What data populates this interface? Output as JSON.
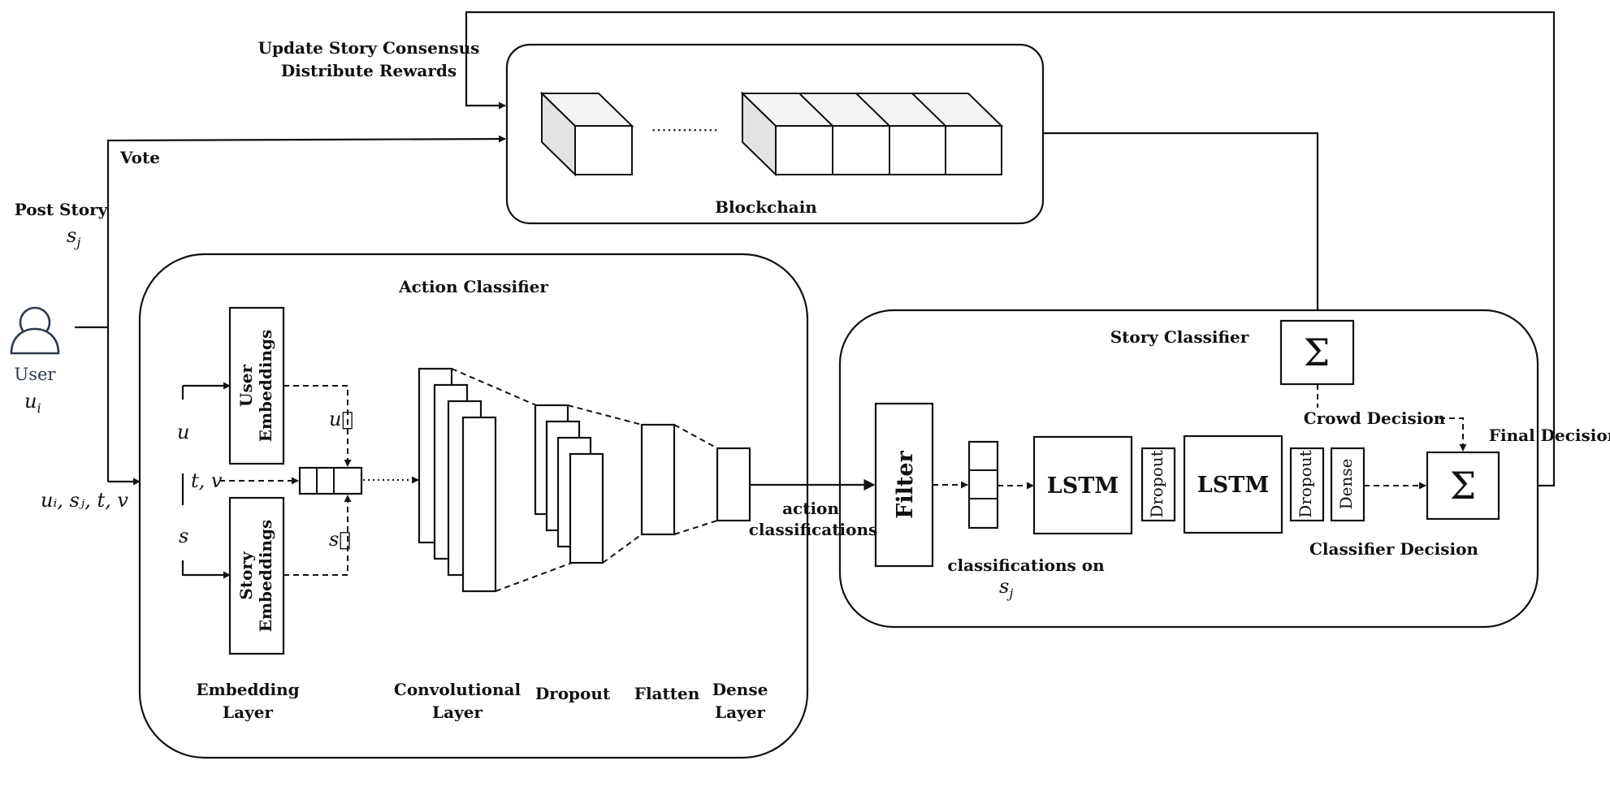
{
  "blockchain": {
    "label": "Blockchain",
    "ellipsis": "·············"
  },
  "feedback": {
    "line1": "Update Story Consensus",
    "line2": "Distribute Rewards"
  },
  "user": {
    "label": "User",
    "var": "u",
    "var_sub": "i"
  },
  "edges": {
    "vote": "Vote",
    "post_story": "Post Story",
    "post_var": "s",
    "post_var_sub": "j",
    "input_tuple": "uᵢ, sⱼ, t, v",
    "action_line1": "action",
    "action_line2": "classifications",
    "crowd_decision": "Crowd Decision",
    "classifier_decision": "Classifier Decision",
    "final_decision": "Final Decision"
  },
  "action_classifier": {
    "title": "Action Classifier",
    "u_var": "u",
    "s_var": "s",
    "tv": "t, v",
    "u_vec": "u⃗",
    "s_vec": "s⃗",
    "user_emb_1": "User",
    "user_emb_2": "Embeddings",
    "story_emb_1": "Story",
    "story_emb_2": "Embeddings",
    "layers": {
      "embedding_1": "Embedding",
      "embedding_2": "Layer",
      "conv_1": "Convolutional",
      "conv_2": "Layer",
      "dropout": "Dropout",
      "flatten": "Flatten",
      "dense_1": "Dense",
      "dense_2": "Layer"
    }
  },
  "story_classifier": {
    "title": "Story Classifier",
    "filter": "Filter",
    "classif_line1": "classifications on",
    "classif_var": "s",
    "classif_var_sub": "j",
    "lstm1": "LSTM",
    "lstm2": "LSTM",
    "dropout1": "Dropout",
    "dropout2": "Dropout",
    "dense": "Dense",
    "sigma_top": "Σ",
    "sigma_final": "Σ"
  }
}
